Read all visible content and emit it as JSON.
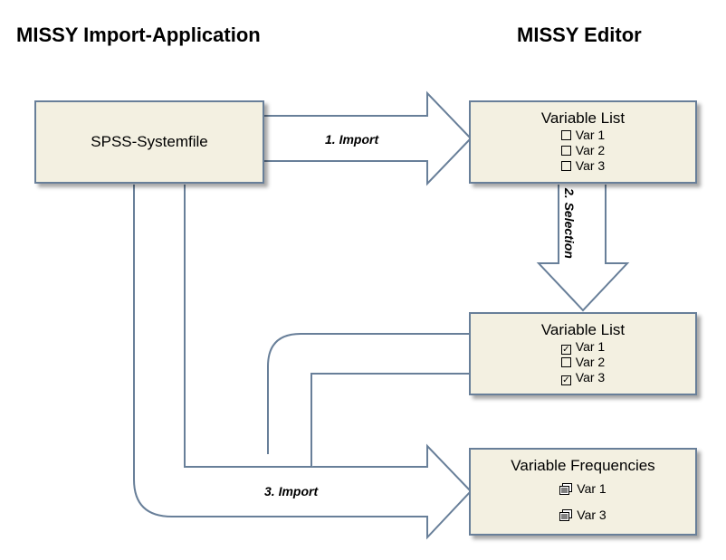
{
  "headings": {
    "import_app": "MISSY Import-Application",
    "editor": "MISSY Editor"
  },
  "source_box": {
    "label": "SPSS-Systemfile"
  },
  "variable_list_initial": {
    "title": "Variable List",
    "items": [
      {
        "label": "Var 1",
        "checked": false
      },
      {
        "label": "Var 2",
        "checked": false
      },
      {
        "label": "Var 3",
        "checked": false
      }
    ]
  },
  "variable_list_selected": {
    "title": "Variable List",
    "items": [
      {
        "label": "Var 1",
        "checked": true
      },
      {
        "label": "Var 2",
        "checked": false
      },
      {
        "label": "Var 3",
        "checked": true
      }
    ]
  },
  "frequencies_box": {
    "title": "Variable Frequencies",
    "items": [
      {
        "label": "Var 1",
        "icon": "frequency-table-icon"
      },
      {
        "label": "Var 3",
        "icon": "frequency-table-icon"
      }
    ]
  },
  "arrows": {
    "import_1": "1. Import",
    "selection": "2. Selection",
    "import_3": "3. Import"
  },
  "colors": {
    "box_fill": "#f3f0e1",
    "box_border": "#687f99",
    "arrow_stroke": "#687f99"
  }
}
